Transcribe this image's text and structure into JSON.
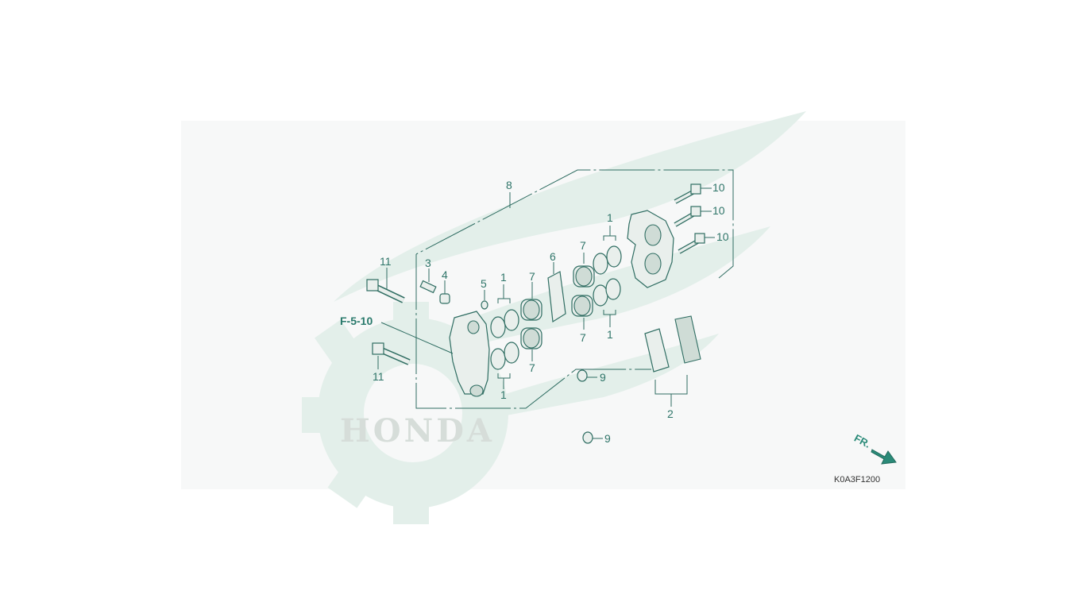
{
  "diagram": {
    "callouts": {
      "c1a": "1",
      "c1b": "1",
      "c1c": "1",
      "c1d": "1",
      "c2": "2",
      "c3": "3",
      "c4": "4",
      "c5": "5",
      "c6": "6",
      "c7a": "7",
      "c7b": "7",
      "c7c": "7",
      "c7d": "7",
      "c8": "8",
      "c9a": "9",
      "c9b": "9",
      "c10a": "10",
      "c10b": "10",
      "c10c": "10",
      "c11a": "11",
      "c11b": "11"
    },
    "reference": "F-5-10",
    "direction_label": "FR.",
    "diagram_code": "K0A3F1200",
    "watermark_text": "HONDA"
  },
  "colors": {
    "accent": "#2f7569",
    "watermark": "#e3efea",
    "arrow": "#2a8a78"
  }
}
